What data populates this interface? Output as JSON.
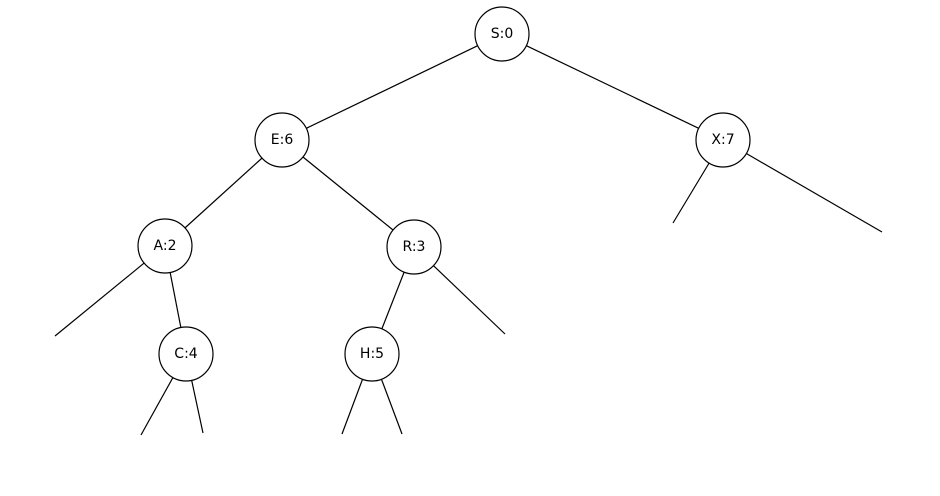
{
  "diagram": {
    "type": "binary-tree",
    "colors": {
      "stroke": "#000000",
      "node_fill": "#ffffff",
      "background": "#ffffff"
    },
    "nodes": [
      {
        "id": "S",
        "label": "S:0"
      },
      {
        "id": "E",
        "label": "E:6"
      },
      {
        "id": "X",
        "label": "X:7"
      },
      {
        "id": "A",
        "label": "A:2"
      },
      {
        "id": "R",
        "label": "R:3"
      },
      {
        "id": "C",
        "label": "C:4"
      },
      {
        "id": "H",
        "label": "H:5"
      }
    ],
    "edges": [
      {
        "from": "S",
        "to": "E"
      },
      {
        "from": "S",
        "to": "X"
      },
      {
        "from": "E",
        "to": "A"
      },
      {
        "from": "E",
        "to": "R"
      },
      {
        "from": "A",
        "to": null
      },
      {
        "from": "A",
        "to": "C"
      },
      {
        "from": "R",
        "to": "H"
      },
      {
        "from": "R",
        "to": null
      },
      {
        "from": "X",
        "to": null
      },
      {
        "from": "X",
        "to": null
      },
      {
        "from": "C",
        "to": null
      },
      {
        "from": "C",
        "to": null
      },
      {
        "from": "H",
        "to": null
      },
      {
        "from": "H",
        "to": null
      }
    ]
  }
}
